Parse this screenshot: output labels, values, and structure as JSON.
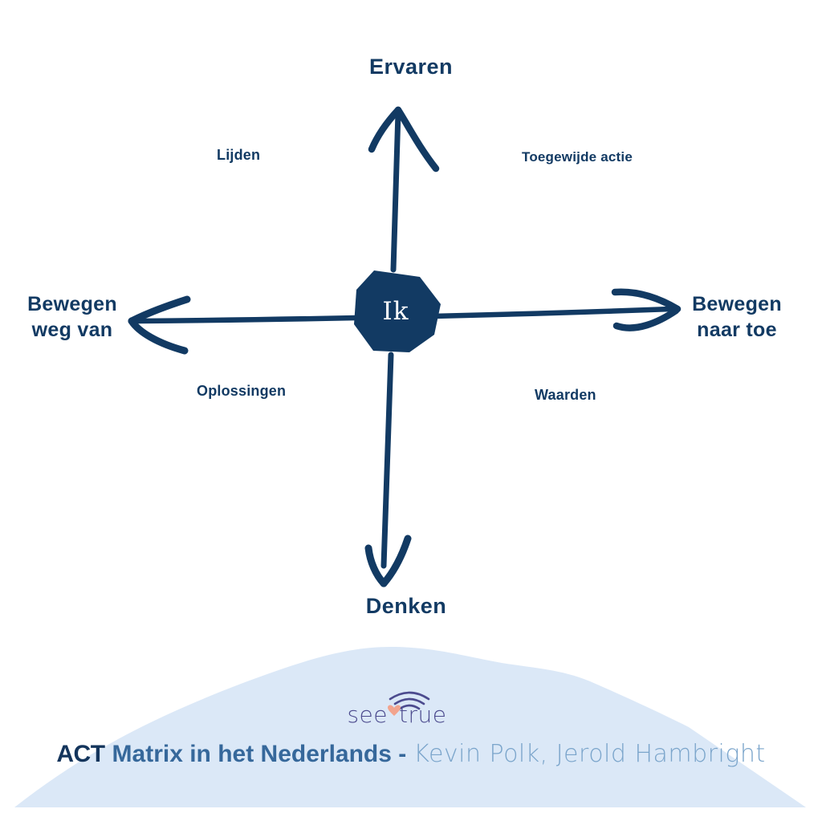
{
  "diagram": {
    "top_axis": "Ervaren",
    "bottom_axis": "Denken",
    "left_axis": "Bewegen\nweg van",
    "right_axis": "Bewegen\nnaar toe",
    "quadrant_top_left": "Lijden",
    "quadrant_top_right": "Toegewijde actie",
    "quadrant_bottom_left": "Oplossingen",
    "quadrant_bottom_right": "Waarden",
    "center": "Ik"
  },
  "footer": {
    "logo": {
      "see": "see",
      "true": "true"
    },
    "caption_act": "ACT",
    "caption_title": "Matrix in het Nederlands -",
    "caption_authors": "Kevin Polk, Jerold Hambright"
  },
  "colors": {
    "navy": "#123a63",
    "steel_blue": "#36689b",
    "authors_blue": "#7ba5cb",
    "hill": "#dbe8f7",
    "logo_purple": "#4c4b8e",
    "heart_peach": "#f2a48e"
  }
}
